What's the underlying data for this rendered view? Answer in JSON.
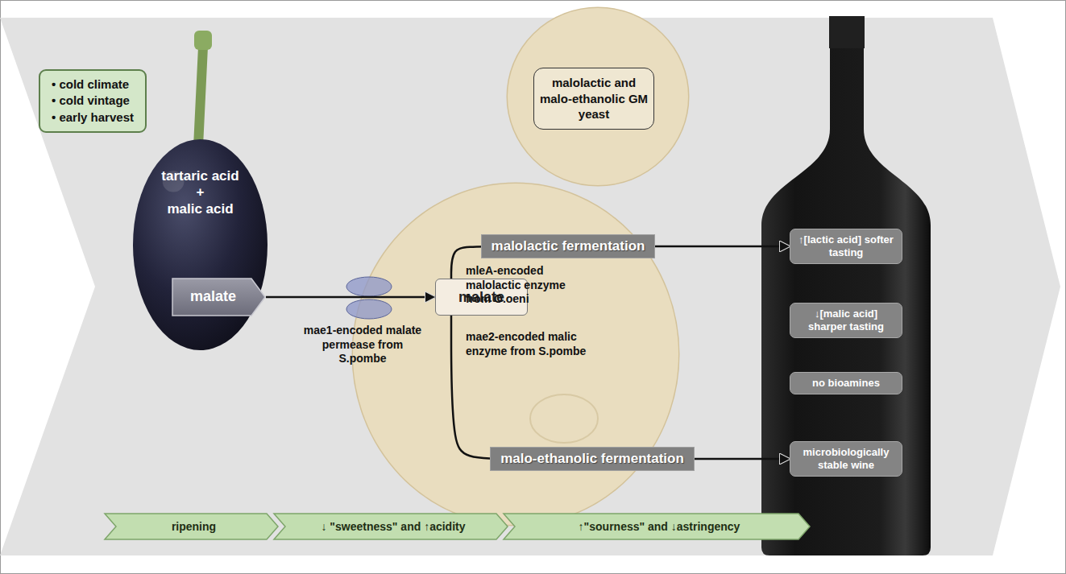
{
  "diagram": {
    "nodes": [
      {
        "text": [
          "• cold climate",
          "• cold vintage",
          "• early harvest"
        ]
      },
      {
        "text": [
          "tartaric acid",
          "+",
          "malic acid"
        ]
      },
      {
        "text": [
          "malate"
        ],
        "in": 1
      },
      {
        "text": [
          "malolactic and malo-ethanolic GM yeast"
        ]
      },
      {
        "text": [
          "malate"
        ]
      },
      {
        "text": [
          "↑[lactic acid] softer tasting"
        ]
      },
      {
        "text": [
          "↓[malic acid] sharper tasting"
        ]
      },
      {
        "text": [
          "no bioamines"
        ]
      },
      {
        "text": [
          "microbiologically stable wine"
        ]
      },
      {
        "text": [
          "ripening"
        ]
      },
      {
        "text": [
          "↓ \"sweetness\" and ↑acidity"
        ]
      },
      {
        "text": [
          "↑\"sourness\" and ↓astringency"
        ]
      }
    ],
    "edges": [
      {
        "from": 2,
        "to": 4,
        "arrow": "to"
      },
      {
        "from": 4,
        "to": 5,
        "label": "malolactic fermentation",
        "arrow": "to"
      },
      {
        "from": 4,
        "to": 8,
        "label": "malo-ethanolic fermentation",
        "arrow": "to"
      }
    ],
    "labels": [
      "mae1-encoded malate permease from S.pombe",
      "mleA-encoded malolactic enzyme from O.oeni",
      "mae2-encoded malic enzyme from S.pombe"
    ]
  }
}
